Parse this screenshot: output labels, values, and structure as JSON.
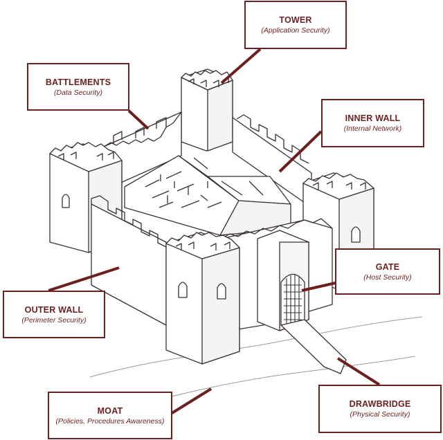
{
  "colors": {
    "accent": "#6b1f1f",
    "ink": "#3a3030",
    "paper": "#ffffff"
  },
  "labels": {
    "tower": {
      "title": "TOWER",
      "subtitle": "(Application Security)"
    },
    "battlements": {
      "title": "BATTLEMENTS",
      "subtitle": "(Data Security)"
    },
    "inner_wall": {
      "title": "INNER WALL",
      "subtitle": "(Internal Network)"
    },
    "gate": {
      "title": "GATE",
      "subtitle": "(Host Security)"
    },
    "outer_wall": {
      "title": "OUTER WALL",
      "subtitle": "(Perimeter Security)"
    },
    "moat": {
      "title": "MOAT",
      "subtitle": "(Policies, Procedures Awareness)"
    },
    "drawbridge": {
      "title": "DRAWBRIDGE",
      "subtitle": "(Physical Security)"
    }
  }
}
